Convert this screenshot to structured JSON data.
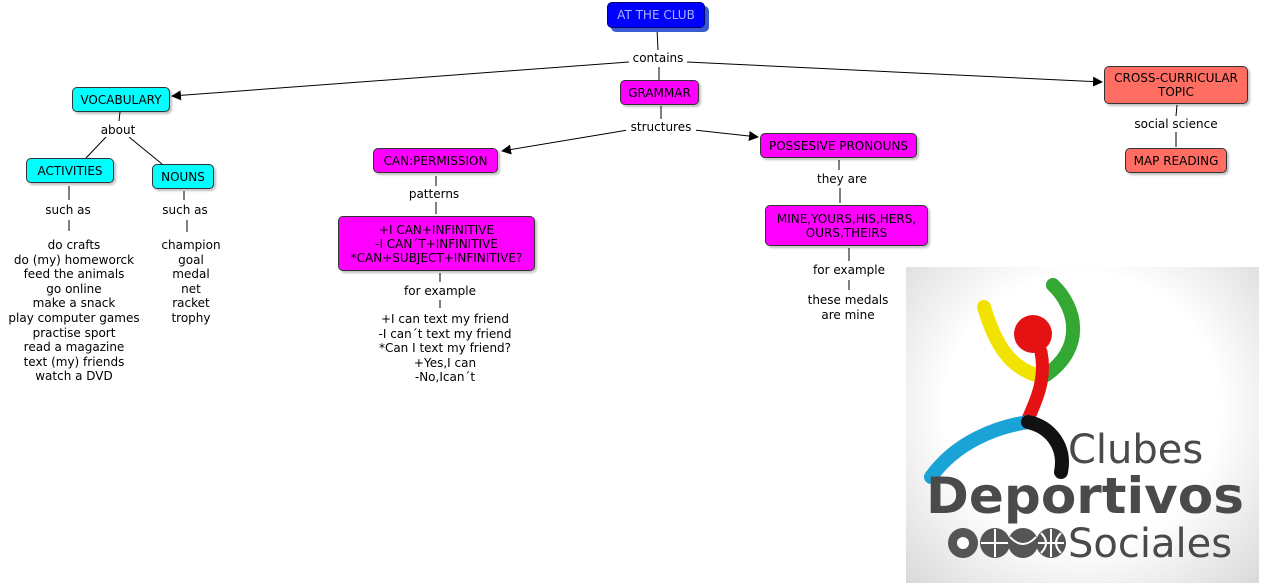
{
  "root": {
    "label": "AT THE CLUB"
  },
  "links": {
    "contains": "contains",
    "about": "about",
    "structures": "structures",
    "social_science": "social science",
    "such_as": "such as",
    "patterns": "patterns",
    "they_are": "they are",
    "for_example": "for example"
  },
  "vocabulary": {
    "label": "VOCABULARY",
    "activities": {
      "label": "ACTIVITIES",
      "items": [
        "do crafts",
        "do (my) homeworck",
        "feed the animals",
        "go online",
        "make a snack",
        "play computer games",
        "practise sport",
        "read a magazine",
        "text (my) friends",
        "watch a DVD"
      ]
    },
    "nouns": {
      "label": "NOUNS",
      "items": [
        "champion",
        "goal",
        "medal",
        "net",
        "racket",
        "trophy"
      ]
    }
  },
  "grammar": {
    "label": "GRAMMAR",
    "can": {
      "label": "CAN:PERMISSION",
      "pattern_lines": [
        "+I CAN+INFINITIVE",
        "-I CAN´T+INFINITIVE",
        "*CAN+SUBJECT+INFINITIVE?"
      ],
      "examples": [
        "+I can text my friend",
        "-I can´t  text my friend",
        "*Can I text my friend?",
        "+Yes,I can",
        "-No,Ican´t"
      ]
    },
    "pronouns": {
      "label": "POSSESIVE PRONOUNS",
      "list_lines": [
        "MINE,YOURS,HIS,HERS,",
        "OURS,THEIRS"
      ],
      "examples": [
        "these medals",
        "are mine"
      ]
    }
  },
  "cross": {
    "label_lines": [
      "CROSS-CURRICULAR",
      "TOPIC"
    ],
    "child": "MAP READING"
  },
  "logo": {
    "line1": "Clubes",
    "line2": "Deportivos",
    "line3": "Sociales"
  },
  "colors": {
    "root_fill": "#0000ff",
    "vocabulary_fill": "#00ffff",
    "grammar_fill": "#ff00ff",
    "cross_fill": "#ff6d63",
    "logo_yellow": "#f2e200",
    "logo_green": "#33a833",
    "logo_red": "#e41212",
    "logo_blue": "#1aa3d6",
    "logo_black": "#111111",
    "logo_gray": "#4a4a4a"
  },
  "icons": [
    "ball-icon",
    "ball-icon",
    "ball-icon",
    "ball-icon"
  ]
}
